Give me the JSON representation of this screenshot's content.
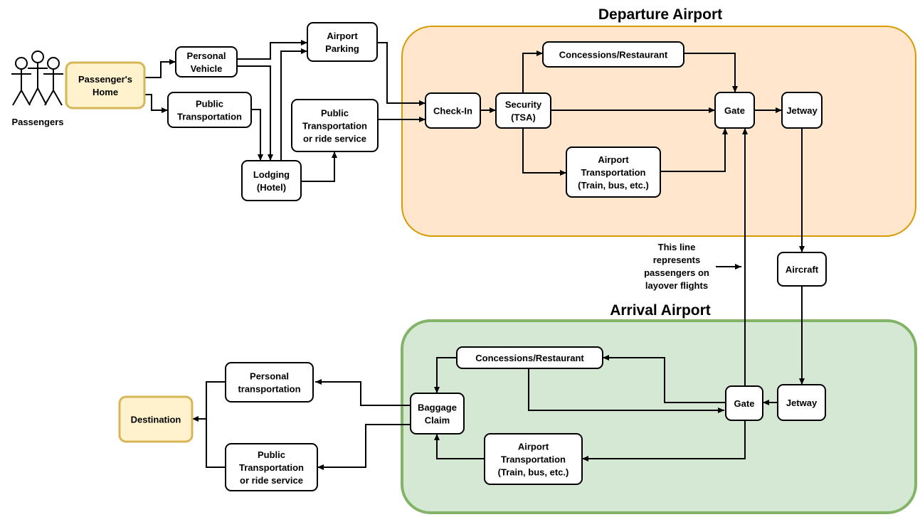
{
  "colors": {
    "departure_fill": "#ffe6cc",
    "departure_stroke": "#d79b00",
    "arrival_fill": "#d5e8d4",
    "arrival_stroke": "#82b366",
    "highlight_fill": "#fff2cc",
    "highlight_stroke": "#d6b656"
  },
  "regions": {
    "departure_title": "Departure Airport",
    "arrival_title": "Arrival Airport"
  },
  "actors": {
    "label": "Passengers",
    "icon": "stick-figure-group-icon"
  },
  "nodes": {
    "home": [
      "Passenger's",
      "Home"
    ],
    "personal_vehicle": [
      "Personal",
      "Vehicle"
    ],
    "public_transportation": [
      "Public",
      "Transportation"
    ],
    "airport_parking": [
      "Airport",
      "Parking"
    ],
    "public_transport_ride": [
      "Public",
      "Transportation",
      "or ride service"
    ],
    "lodging": [
      "Lodging",
      "(Hotel)"
    ],
    "check_in": [
      "Check-In"
    ],
    "security": [
      "Security",
      "(TSA)"
    ],
    "dep_concessions": [
      "Concessions/Restaurant"
    ],
    "dep_airport_transport": [
      "Airport",
      "Transportation",
      "(Train, bus, etc.)"
    ],
    "dep_gate": [
      "Gate"
    ],
    "dep_jetway": [
      "Jetway"
    ],
    "aircraft": [
      "Aircraft"
    ],
    "arr_jetway": [
      "Jetway"
    ],
    "arr_gate": [
      "Gate"
    ],
    "arr_concessions": [
      "Concessions/Restaurant"
    ],
    "arr_airport_transport": [
      "Airport",
      "Transportation",
      "(Train, bus, etc.)"
    ],
    "baggage_claim": [
      "Baggage",
      "Claim"
    ],
    "personal_transportation": [
      "Personal",
      "transportation"
    ],
    "arr_public_transport": [
      "Public",
      "Transportation",
      "or ride service"
    ],
    "destination": [
      "Destination"
    ]
  },
  "annotation": [
    "This line",
    "represents",
    "passengers on",
    "layover flights"
  ]
}
